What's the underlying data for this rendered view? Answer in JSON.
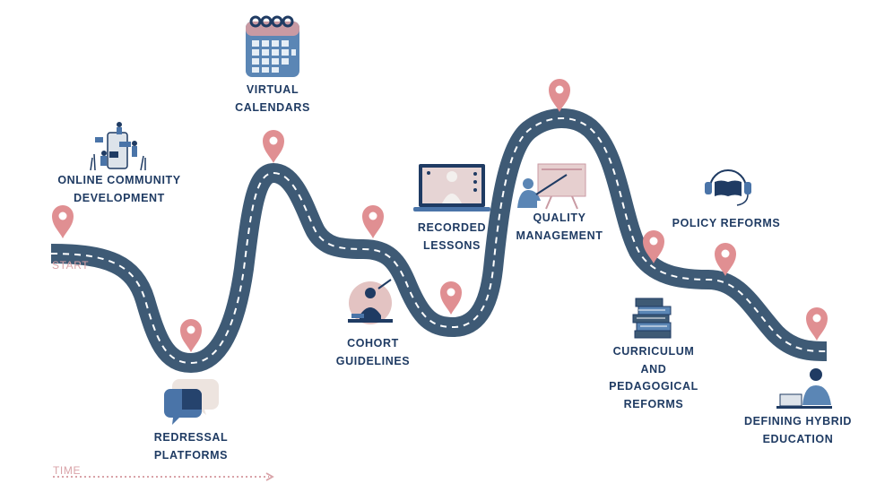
{
  "colors": {
    "road": "#3e5a75",
    "dash": "#ffffff",
    "pin": "#e08f92",
    "navy": "#1f3b63",
    "pink": "#d9a3a8",
    "blue": "#4a74a8"
  },
  "start_label": "START",
  "time_label": "TIME",
  "milestones": [
    {
      "id": "online-community",
      "lines": [
        "ONLINE COMMUNITY",
        "DEVELOPMENT"
      ],
      "icon": "online-community-icon"
    },
    {
      "id": "redressal",
      "lines": [
        "REDRESSAL",
        "PLATFORMS"
      ],
      "icon": "chat-bubbles-icon"
    },
    {
      "id": "virtual-calendars",
      "lines": [
        "VIRTUAL",
        "CALENDARS"
      ],
      "icon": "calendar-icon"
    },
    {
      "id": "cohort",
      "lines": [
        "COHORT",
        "GUIDELINES"
      ],
      "icon": "student-reading-icon"
    },
    {
      "id": "recorded",
      "lines": [
        "RECORDED",
        "LESSONS"
      ],
      "icon": "laptop-video-icon"
    },
    {
      "id": "quality",
      "lines": [
        "QUALITY",
        "MANAGEMENT"
      ],
      "icon": "presenter-board-icon"
    },
    {
      "id": "policy",
      "lines": [
        "POLICY REFORMS"
      ],
      "icon": "headset-book-icon"
    },
    {
      "id": "curriculum",
      "lines": [
        "CURRICULUM",
        "AND",
        "PEDAGOGICAL",
        "REFORMS"
      ],
      "icon": "book-stack-icon"
    },
    {
      "id": "hybrid",
      "lines": [
        "DEFINING HYBRID",
        "EDUCATION"
      ],
      "icon": "laptop-learner-icon"
    }
  ]
}
